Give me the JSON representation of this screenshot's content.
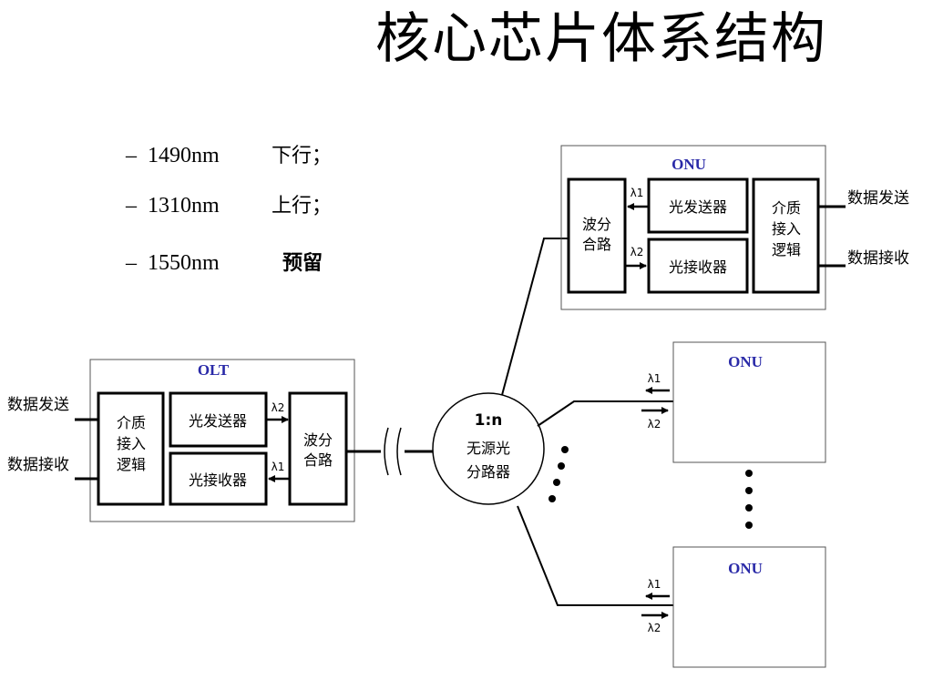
{
  "title": "核心芯片体系结构",
  "bullets": [
    {
      "dash": "–",
      "wavelength": "1490nm",
      "desc": "下行；"
    },
    {
      "dash": "–",
      "wavelength": "1310nm",
      "desc": "上行；"
    },
    {
      "dash": "–",
      "wavelength": "1550nm",
      "desc": "预留"
    }
  ],
  "olt": {
    "title": "OLT",
    "media": [
      "介质",
      "接入",
      "逻辑"
    ],
    "tx": "光发送器",
    "rx": "光接收器",
    "wdm": [
      "波分",
      "合路"
    ],
    "send": "数据发送",
    "recv": "数据接收",
    "lambda_tx": "λ2",
    "lambda_rx": "λ1"
  },
  "splitter": {
    "ratio": "1:n",
    "line1": "无源光",
    "line2": "分路器"
  },
  "onu_top": {
    "title": "ONU",
    "wdm": [
      "波分",
      "合路"
    ],
    "tx": "光发送器",
    "rx": "光接收器",
    "media": [
      "介质",
      "接入",
      "逻辑"
    ],
    "send": "数据发送",
    "recv": "数据接收",
    "lambda_tx": "λ1",
    "lambda_rx": "λ2"
  },
  "onu_mid": {
    "title": "ONU",
    "lambda_up": "λ1",
    "lambda_down": "λ2"
  },
  "onu_bot": {
    "title": "ONU",
    "lambda_up": "λ1",
    "lambda_down": "λ2"
  },
  "colors": {
    "onu_title": "#2a2aa8",
    "line": "#000000",
    "box_border": "#555555"
  }
}
